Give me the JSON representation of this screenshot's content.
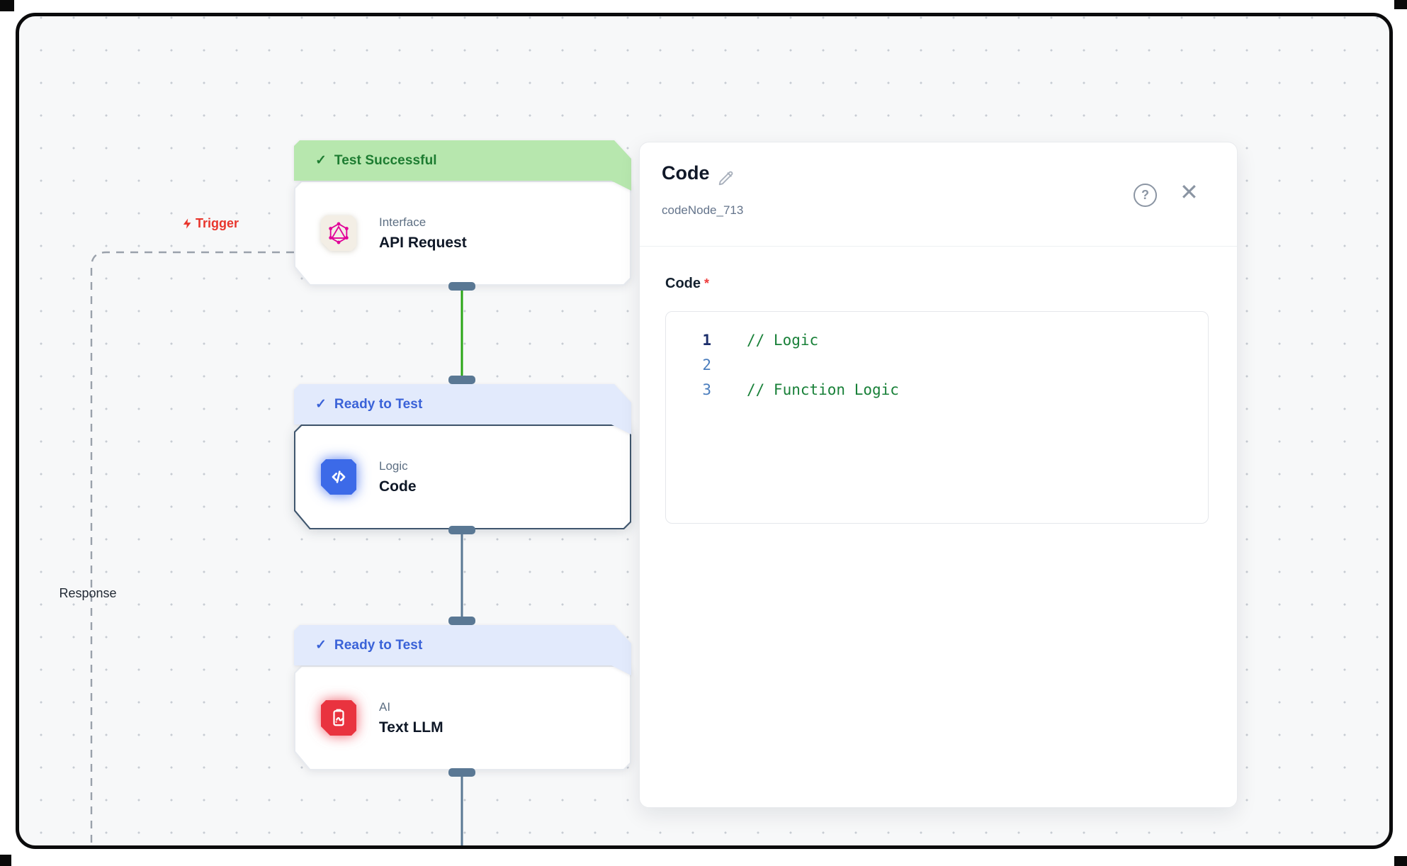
{
  "canvas": {
    "trigger_label": "Trigger",
    "response_label": "Response"
  },
  "nodes": [
    {
      "status": "Test Successful",
      "category": "Interface",
      "title": "API Request",
      "icon": "graphql-icon",
      "state": "success"
    },
    {
      "status": "Ready to Test",
      "category": "Logic",
      "title": "Code",
      "icon": "code-icon",
      "state": "ready"
    },
    {
      "status": "Ready to Test",
      "category": "AI",
      "title": "Text LLM",
      "icon": "clipboard-pen-icon",
      "state": "ready"
    }
  ],
  "panel": {
    "title": "Code",
    "node_id": "codeNode_713",
    "field": {
      "label": "Code",
      "required_marker": "*"
    },
    "editor_lines": [
      {
        "number": "1",
        "code": "// Logic"
      },
      {
        "number": "2",
        "code": ""
      },
      {
        "number": "3",
        "code": "// Function Logic"
      }
    ]
  },
  "icons": {
    "check": "✓",
    "close": "✕",
    "help": "?"
  },
  "colors": {
    "success_banner_bg": "#b7e7ae",
    "success_banner_text": "#1d7c31",
    "ready_banner_bg": "#e2eafc",
    "ready_banner_text": "#3a62d8",
    "edge_green": "#2aa616",
    "edge_slate": "#5a7894",
    "handle": "#5a7894",
    "trigger_red": "#e8352c",
    "comment_green": "#188038",
    "graphql_pink": "#e10098",
    "code_icon_blue": "#3c6ae8",
    "llm_icon_red": "#e9333f"
  }
}
